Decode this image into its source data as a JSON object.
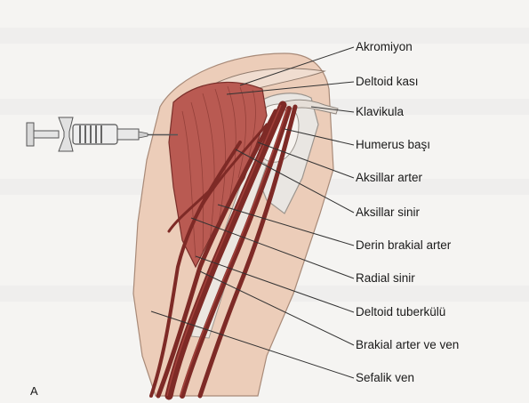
{
  "panel_letter": "A",
  "labels": [
    "Akromiyon",
    "Deltoid kası",
    "Klavikula",
    "Humerus başı",
    "Aksillar arter",
    "Aksillar sinir",
    "Derin brakial arter",
    "Radial sinir",
    "Deltoid tuberkülü",
    "Brakial arter ve ven",
    "Sefalik ven"
  ],
  "colors": {
    "skin": "#eccdb9",
    "muscle": "#a5453f",
    "bone": "#e9e6e2",
    "vessel": "#7e2a26",
    "leader_line": "#333333",
    "syringe": "#555555"
  }
}
